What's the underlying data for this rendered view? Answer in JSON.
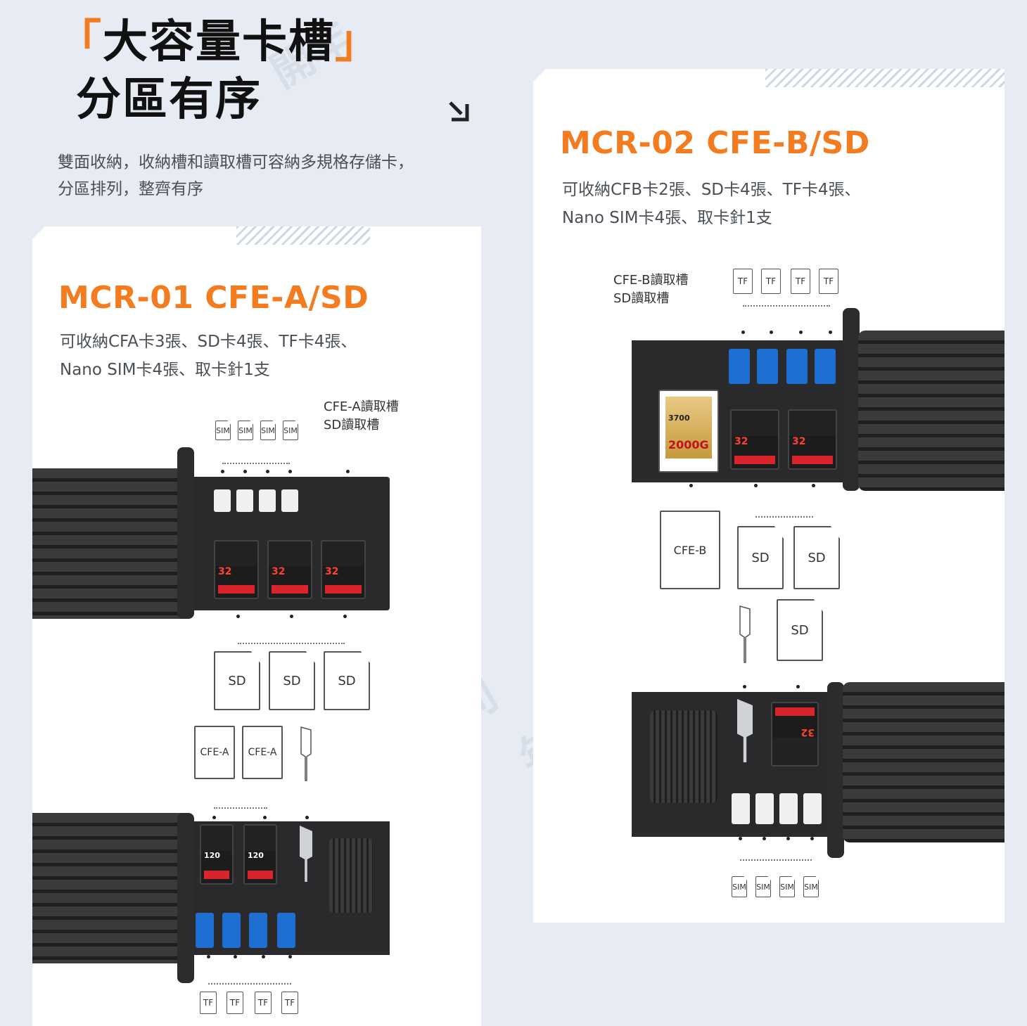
{
  "header": {
    "title_line1": "大容量卡槽",
    "bracket_open": "「",
    "bracket_close": "」",
    "title_line2": "分區有序",
    "intro_line1": "雙面收納，收納槽和讀取槽可容納多規格存儲卡，",
    "intro_line2": "分區排列，整齊有序",
    "arrow_icon": "collapse-arrow-icon"
  },
  "left": {
    "title": "MCR-01 CFE-A/SD",
    "desc_line1": "可收納CFA卡3張、SD卡4張、TF卡4張、",
    "desc_line2": "Nano SIM卡4張、取卡針1支",
    "label_line1": "CFE-A讀取槽",
    "label_line2": "SD讀取槽",
    "sim_slots": [
      "SIM",
      "SIM",
      "SIM",
      "SIM"
    ],
    "sd_slots": [
      "SD",
      "SD",
      "SD"
    ],
    "cfe_slots": [
      "CFE-A",
      "CFE-A"
    ],
    "tf_slots": [
      "TF",
      "TF",
      "TF",
      "TF"
    ],
    "card_capacity": "32",
    "cfa_capacity": "120"
  },
  "right": {
    "title": "MCR-02 CFE-B/SD",
    "desc_line1": "可收納CFB卡2張、SD卡4張、TF卡4張、",
    "desc_line2": "Nano SIM卡4張、取卡針1支",
    "label_line1": "CFE-B讀取槽",
    "label_line2": "SD讀取槽",
    "tf_slots": [
      "TF",
      "TF",
      "TF",
      "TF"
    ],
    "cfe_slot": "CFE-B",
    "sd_slots": [
      "SD",
      "SD",
      "SD"
    ],
    "sim_slots": [
      "SIM",
      "SIM",
      "SIM",
      "SIM"
    ],
    "card_capacity": "32",
    "cfb_capacity": "2000G",
    "cfb_speed": "3700"
  },
  "colors": {
    "accent": "#f47c20",
    "background": "#e7ebf3",
    "panel": "#ffffff",
    "device": "#2c2c2e"
  }
}
